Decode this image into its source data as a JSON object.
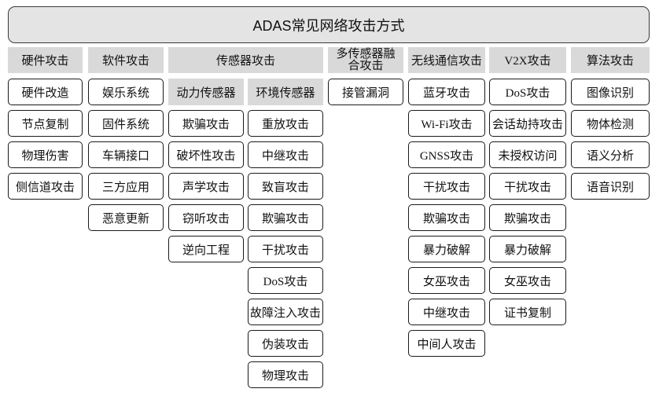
{
  "title": "ADAS常见网络攻击方式",
  "colors": {
    "title_fill": "#e4e4e4",
    "header_fill": "#d9d9d9",
    "item_fill": "#ffffff",
    "border": "#1a1a1a"
  },
  "categories": [
    {
      "label": "硬件攻击",
      "items": [
        "硬件改造",
        "节点复制",
        "物理伤害",
        "侧信道攻击"
      ]
    },
    {
      "label": "软件攻击",
      "items": [
        "娱乐系统",
        "固件系统",
        "车辆接口",
        "三方应用",
        "恶意更新"
      ]
    },
    {
      "label": "传感器攻击",
      "subcategories": [
        {
          "label": "动力传感器",
          "items": [
            "欺骗攻击",
            "破坏性攻击",
            "声学攻击",
            "窃听攻击",
            "逆向工程"
          ]
        },
        {
          "label": "环境传感器",
          "items": [
            "重放攻击",
            "中继攻击",
            "致盲攻击",
            "欺骗攻击",
            "干扰攻击",
            "DoS攻击",
            "故障注入攻击",
            "伪装攻击",
            "物理攻击"
          ]
        }
      ]
    },
    {
      "label": "多传感器融合攻击",
      "items": [
        "接管漏洞"
      ]
    },
    {
      "label": "无线通信攻击",
      "items": [
        "蓝牙攻击",
        "Wi-Fi攻击",
        "GNSS攻击",
        "干扰攻击",
        "欺骗攻击",
        "暴力破解",
        "女巫攻击",
        "中继攻击",
        "中间人攻击"
      ]
    },
    {
      "label": "V2X攻击",
      "items": [
        "DoS攻击",
        "会话劫持攻击",
        "未授权访问",
        "干扰攻击",
        "欺骗攻击",
        "暴力破解",
        "女巫攻击",
        "证书复制"
      ]
    },
    {
      "label": "算法攻击",
      "items": [
        "图像识别",
        "物体检测",
        "语义分析",
        "语音识别"
      ]
    }
  ]
}
